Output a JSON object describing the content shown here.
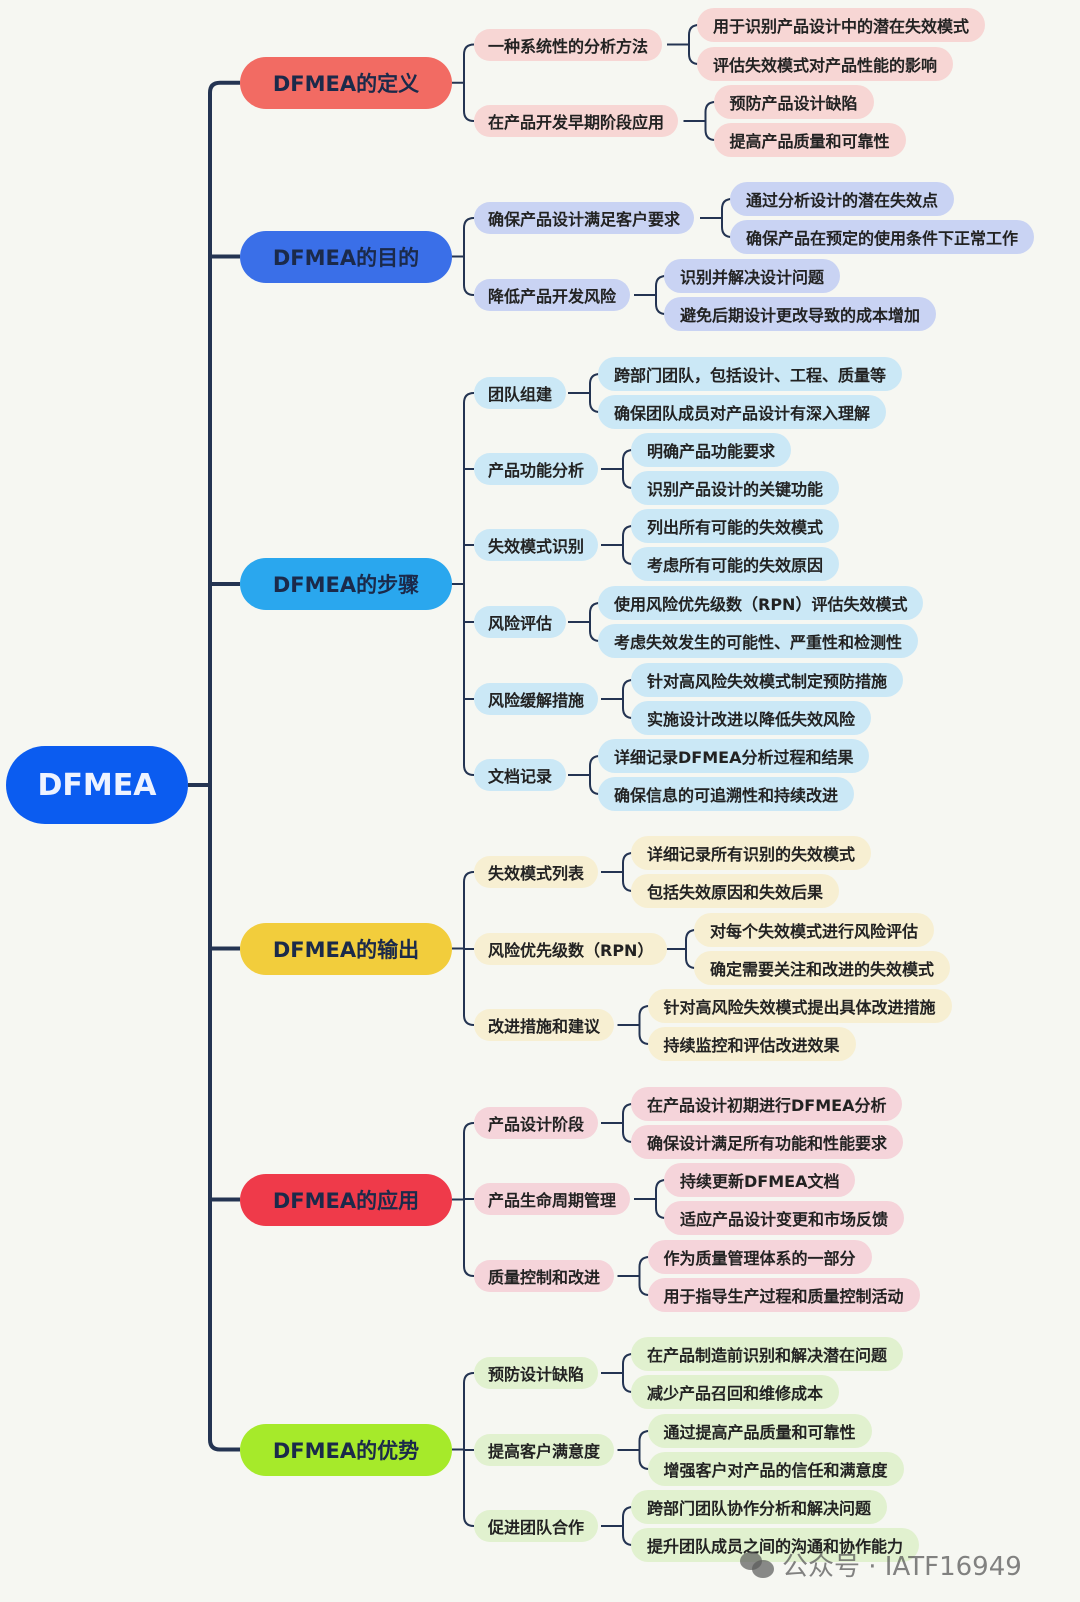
{
  "root": {
    "label": "DFMEA",
    "color": "#0b5cf0"
  },
  "branches": [
    {
      "label": "DFMEA的定义",
      "color": "#f26b63",
      "bubble": "#f7d6d4",
      "children": [
        {
          "label": "一种系统性的分析方法",
          "items": [
            "用于识别产品设计中的潜在失效模式",
            "评估失效模式对产品性能的影响"
          ]
        },
        {
          "label": "在产品开发早期阶段应用",
          "items": [
            "预防产品设计缺陷",
            "提高产品质量和可靠性"
          ]
        }
      ]
    },
    {
      "label": "DFMEA的目的",
      "color": "#3a6fe8",
      "bubble": "#c9d3f3",
      "children": [
        {
          "label": "确保产品设计满足客户要求",
          "items": [
            "通过分析设计的潜在失效点",
            "确保产品在预定的使用条件下正常工作"
          ]
        },
        {
          "label": "降低产品开发风险",
          "items": [
            "识别并解决设计问题",
            "避免后期设计更改导致的成本增加"
          ]
        }
      ]
    },
    {
      "label": "DFMEA的步骤",
      "color": "#2aa7ee",
      "bubble": "#cbe8f6",
      "children": [
        {
          "label": "团队组建",
          "items": [
            "跨部门团队，包括设计、工程、质量等",
            "确保团队成员对产品设计有深入理解"
          ]
        },
        {
          "label": "产品功能分析",
          "items": [
            "明确产品功能要求",
            "识别产品设计的关键功能"
          ]
        },
        {
          "label": "失效模式识别",
          "items": [
            "列出所有可能的失效模式",
            "考虑所有可能的失效原因"
          ]
        },
        {
          "label": "风险评估",
          "items": [
            "使用风险优先级数（RPN）评估失效模式",
            "考虑失效发生的可能性、严重性和检测性"
          ]
        },
        {
          "label": "风险缓解措施",
          "items": [
            "针对高风险失效模式制定预防措施",
            "实施设计改进以降低失效风险"
          ]
        },
        {
          "label": "文档记录",
          "items": [
            "详细记录DFMEA分析过程和结果",
            "确保信息的可追溯性和持续改进"
          ]
        }
      ]
    },
    {
      "label": "DFMEA的输出",
      "color": "#f2cd3c",
      "bubble": "#f7efd2",
      "children": [
        {
          "label": "失效模式列表",
          "items": [
            "详细记录所有识别的失效模式",
            "包括失效原因和失效后果"
          ]
        },
        {
          "label": "风险优先级数（RPN）",
          "items": [
            "对每个失效模式进行风险评估",
            "确定需要关注和改进的失效模式"
          ]
        },
        {
          "label": "改进措施和建议",
          "items": [
            "针对高风险失效模式提出具体改进措施",
            "持续监控和评估改进效果"
          ]
        }
      ]
    },
    {
      "label": "DFMEA的应用",
      "color": "#ef3a4a",
      "bubble": "#f5d4da",
      "children": [
        {
          "label": "产品设计阶段",
          "items": [
            "在产品设计初期进行DFMEA分析",
            "确保设计满足所有功能和性能要求"
          ]
        },
        {
          "label": "产品生命周期管理",
          "items": [
            "持续更新DFMEA文档",
            "适应产品设计变更和市场反馈"
          ]
        },
        {
          "label": "质量控制和改进",
          "items": [
            "作为质量管理体系的一部分",
            "用于指导生产过程和质量控制活动"
          ]
        }
      ]
    },
    {
      "label": "DFMEA的优势",
      "color": "#a6ea2a",
      "bubble": "#e1f1cf",
      "children": [
        {
          "label": "预防设计缺陷",
          "items": [
            "在产品制造前识别和解决潜在问题",
            "减少产品召回和维修成本"
          ]
        },
        {
          "label": "提高客户满意度",
          "items": [
            "通过提高产品质量和可靠性",
            "增强客户对产品的信任和满意度"
          ]
        },
        {
          "label": "促进团队合作",
          "items": [
            "跨部门团队协作分析和解决问题",
            "提升团队成员之间的沟通和协作能力"
          ]
        }
      ]
    }
  ],
  "line_color": "#243452",
  "watermark": "公众号 · IATF16949"
}
